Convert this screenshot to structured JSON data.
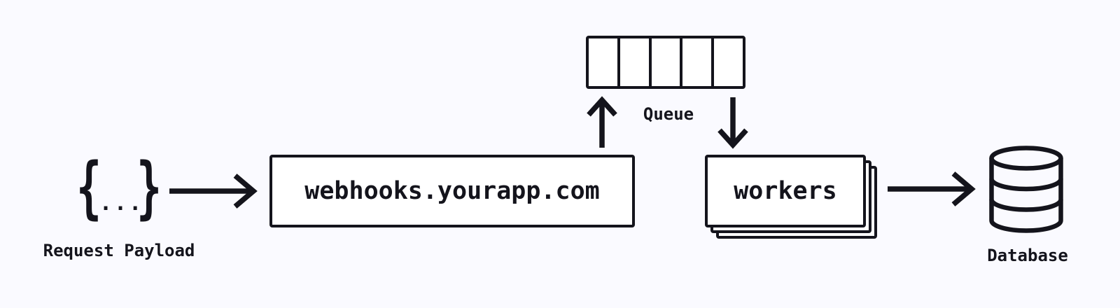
{
  "colors": {
    "background": "#fafaff",
    "ink": "#14141c",
    "node_fill": "#ffffff"
  },
  "diagram": {
    "payload": {
      "icon": "json-braces-icon",
      "brace_open": "{",
      "dots": "...",
      "brace_close": "}",
      "label": "Request Payload"
    },
    "server": {
      "label": "webhooks.yourapp.com"
    },
    "queue": {
      "label": "Queue",
      "cells": 5
    },
    "workers": {
      "label": "workers",
      "stack_count": 3
    },
    "database": {
      "icon": "database-cylinder-icon",
      "label": "Database"
    },
    "arrows": [
      {
        "name": "payload-to-server",
        "direction": "right"
      },
      {
        "name": "server-to-queue",
        "direction": "up"
      },
      {
        "name": "queue-to-workers",
        "direction": "down"
      },
      {
        "name": "workers-to-database",
        "direction": "right"
      }
    ]
  }
}
